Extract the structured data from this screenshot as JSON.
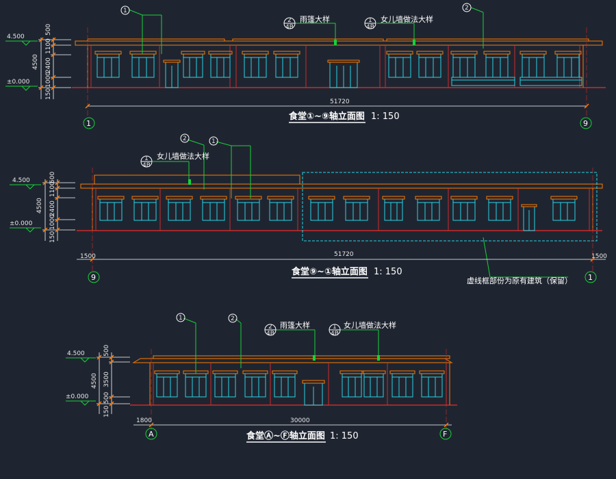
{
  "drawing": {
    "colors": {
      "background": "#1f2530",
      "outline": "#ff7a00",
      "wall_line": "#cc2b2b",
      "window": "#2ad4e6",
      "leader": "#18d13a",
      "dimension": "#ffffff",
      "text": "#ffffff",
      "existing_box": "#2ad4e6"
    },
    "elevations": [
      {
        "title": "食堂①~⑨轴立面图",
        "scale": "1: 150",
        "total_dim": "51720",
        "axis_left": "1",
        "axis_right": "9",
        "level_top": "4.500",
        "level_zero": "±0.000",
        "vertical_dims": [
          "500",
          "1100",
          "2400",
          "1000",
          "150"
        ],
        "overall_height": "4500",
        "callouts": [
          {
            "symbol": "1",
            "text": ""
          },
          {
            "symbol": "2",
            "sub": "4B",
            "text": "雨篷大样"
          },
          {
            "symbol": "1",
            "sub": "4B",
            "text": "女儿墙做法大样"
          },
          {
            "symbol": "2",
            "text": ""
          }
        ]
      },
      {
        "title": "食堂⑨~①轴立面图",
        "scale": "1: 150",
        "total_dim": "51720",
        "side_dim_left": "1500",
        "side_dim_right": "1500",
        "axis_left": "9",
        "axis_right": "1",
        "level_top": "4.500",
        "level_zero": "±0.000",
        "vertical_dims": [
          "500",
          "1100",
          "2400",
          "1000",
          "150"
        ],
        "overall_height": "4500",
        "note": "虚线框部份为原有建筑（保留）",
        "callouts": [
          {
            "symbol": "1",
            "sub": "4B",
            "text": "女儿墙做法大样"
          },
          {
            "symbol": "2",
            "text": ""
          },
          {
            "symbol": "1",
            "text": ""
          }
        ]
      },
      {
        "title": "食堂Ⓐ~Ⓕ轴立面图",
        "scale": "1: 150",
        "total_dim": "30000",
        "side_dim_left": "1800",
        "axis_left": "A",
        "axis_right": "F",
        "level_top": "4.500",
        "level_zero": "±0.000",
        "vertical_dims": [
          "500",
          "3500",
          "500",
          "150"
        ],
        "overall_height": "4500",
        "callouts": [
          {
            "symbol": "1",
            "text": ""
          },
          {
            "symbol": "2",
            "text": ""
          },
          {
            "symbol": "2",
            "sub": "4B",
            "text": "雨篷大样"
          },
          {
            "symbol": "1",
            "sub": "4B",
            "text": "女儿墙做法大样"
          }
        ]
      }
    ]
  }
}
